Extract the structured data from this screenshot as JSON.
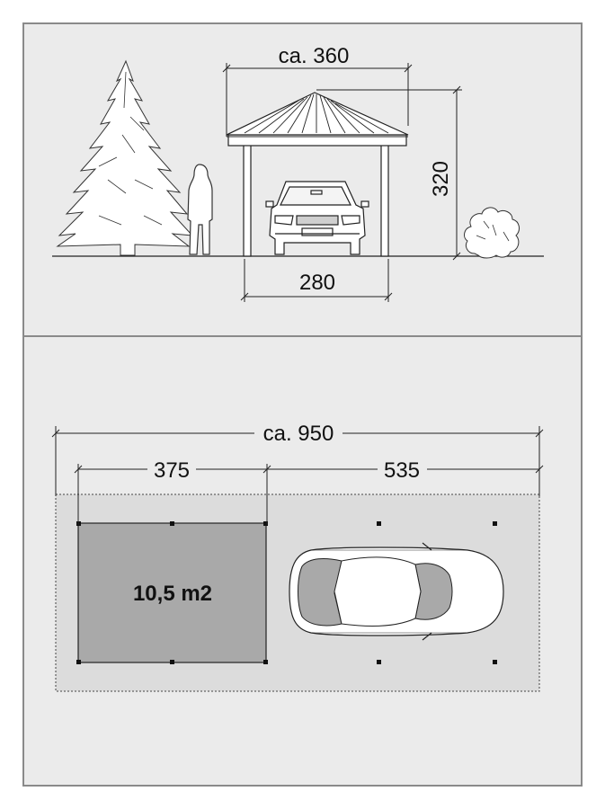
{
  "colors": {
    "panel": "#ebebeb",
    "frame": "#8a8a8a",
    "roof_area": "#a9a9a9",
    "site": "#dcdcdc",
    "line": "#222222"
  },
  "elevation": {
    "roof_width": "ca. 360",
    "height": "320",
    "post_spacing": "280"
  },
  "plan": {
    "total_length": "ca. 950",
    "carport_length": "375",
    "parking_length": "535",
    "roofed_area": "10,5 m2"
  },
  "icons": [
    "tree-icon",
    "person-icon",
    "front-car-icon",
    "shrub-icon",
    "top-view-car-icon"
  ]
}
